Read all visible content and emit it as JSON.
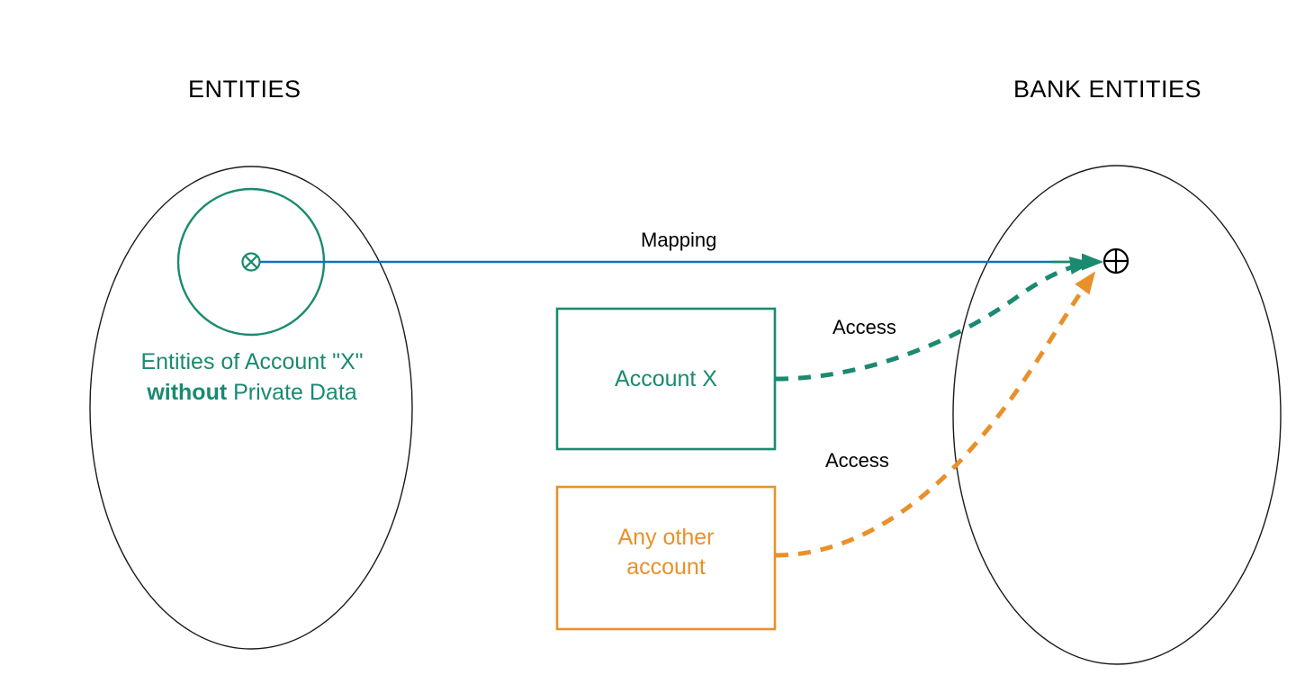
{
  "headers": {
    "left": "ENTITIES",
    "right": "BANK ENTITIES"
  },
  "left_group": {
    "caption_line1": "Entities of Account \"X\"",
    "caption_emphasis": "without",
    "caption_line2_rest": " Private Data",
    "node_icon": "circle-cross-icon"
  },
  "right_group": {
    "node_icon": "circle-plus-icon"
  },
  "boxes": [
    {
      "id": "account-x",
      "label": "Account X",
      "color": "#1a8a70"
    },
    {
      "id": "any-other-account",
      "label_line1": "Any other",
      "label_line2": "account",
      "color": "#E8912B"
    }
  ],
  "edges": [
    {
      "id": "mapping",
      "label": "Mapping",
      "style": "solid",
      "color": "#1272B5",
      "arrow_color": "#1a8a70"
    },
    {
      "id": "access-teal",
      "label": "Access",
      "style": "dashed",
      "color": "#1a8a70"
    },
    {
      "id": "access-orange",
      "label": "Access",
      "style": "dashed",
      "color": "#E8912B"
    }
  ],
  "colors": {
    "teal": "#1a8a70",
    "orange": "#E8912B",
    "blue": "#1272B5",
    "outline": "#1a1a1a",
    "text": "#000000",
    "background": "#ffffff"
  }
}
